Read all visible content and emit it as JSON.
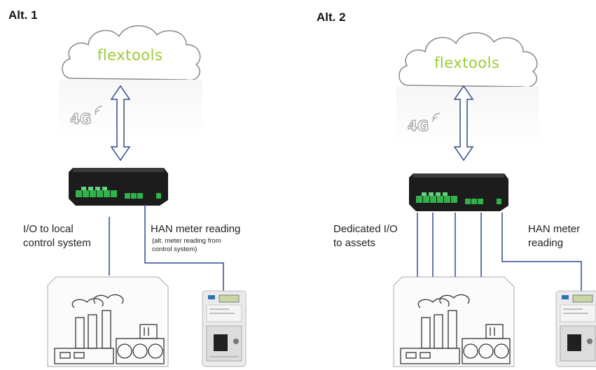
{
  "alt1": {
    "title": "Alt. 1",
    "brand": "flextools",
    "network": "4G",
    "io_label": [
      "I/O to local",
      "control system"
    ],
    "han_label": "HAN meter reading",
    "han_note": [
      "(alt. meter reading from",
      "control system)"
    ]
  },
  "alt2": {
    "title": "Alt. 2",
    "brand": "flextools",
    "network": "4G",
    "io_label": [
      "Dedicated I/O",
      "to assets"
    ],
    "han_label": [
      "HAN meter",
      "reading"
    ]
  },
  "colors": {
    "brand": "#9acd32",
    "wire": "#2e4b8c",
    "terminal": "#2fb34a",
    "device": "#1c1c1c"
  }
}
